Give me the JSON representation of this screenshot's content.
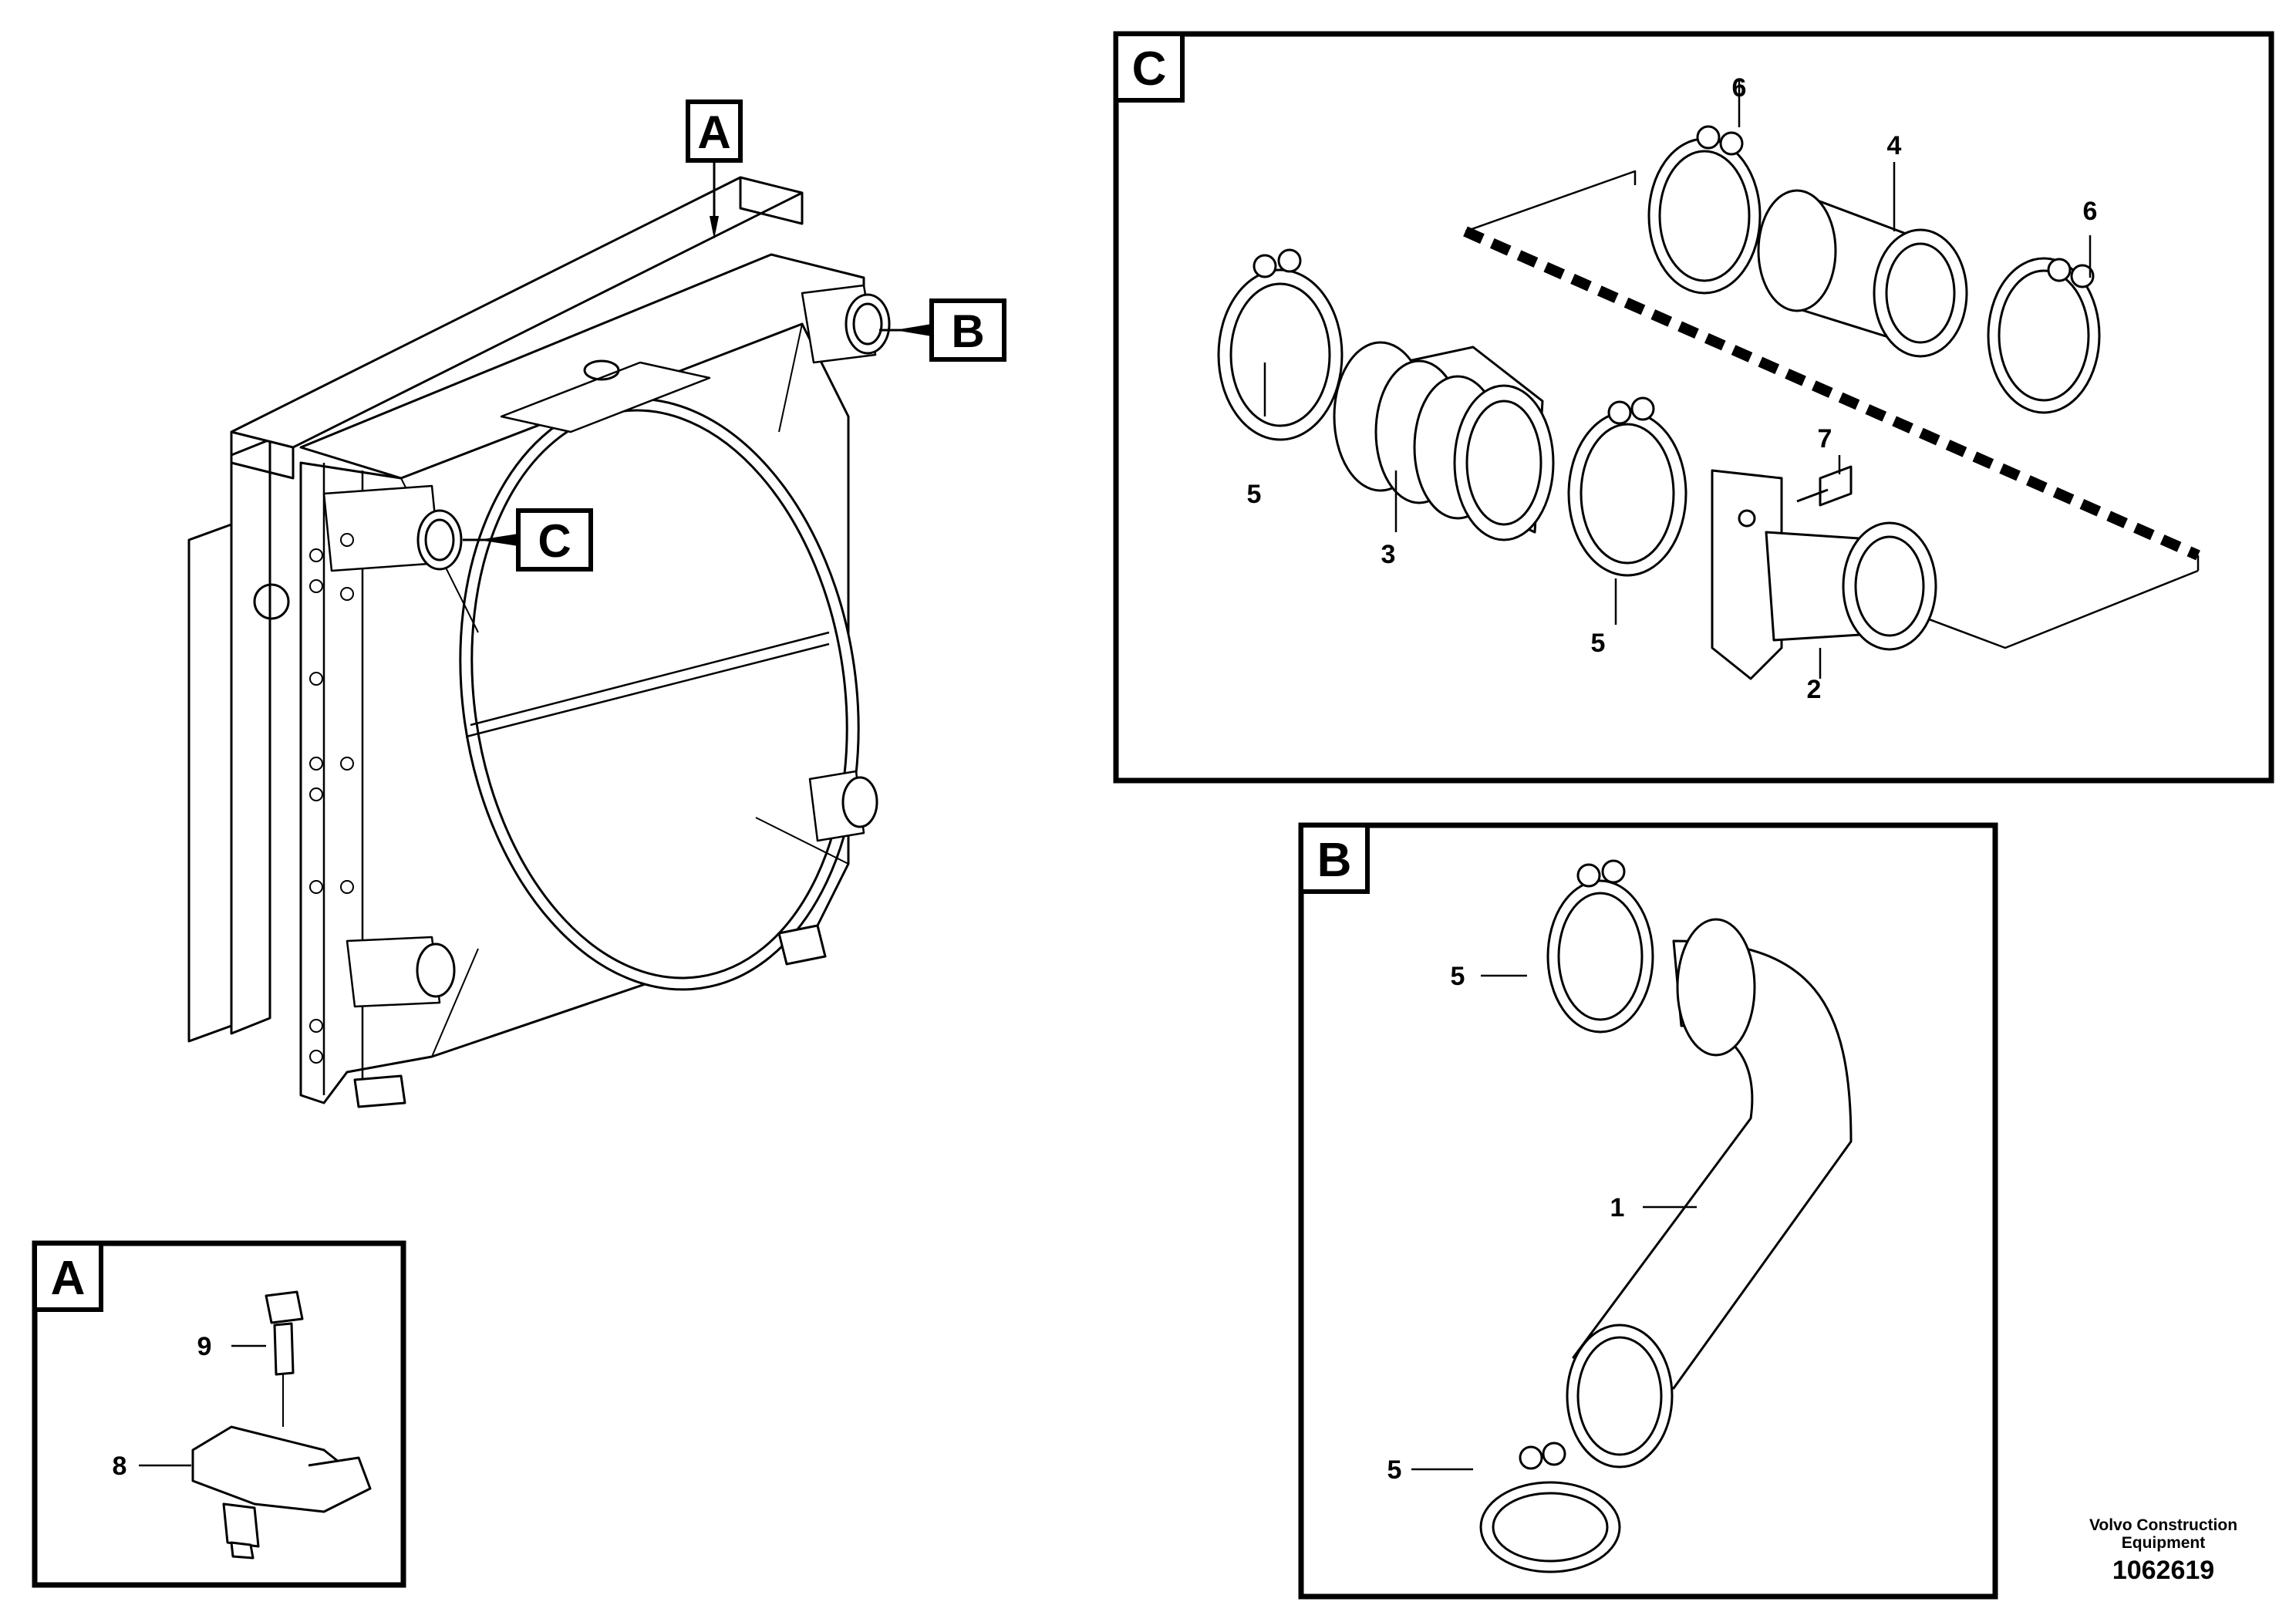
{
  "detail_labels": {
    "a": "A",
    "b": "B",
    "c": "C"
  },
  "part_callouts": {
    "c_clamp_top_left": "6",
    "c_tube": "4",
    "c_clamp_top_right": "6",
    "c_clamp_left": "5",
    "c_hose": "3",
    "c_clamp_mid": "5",
    "c_bolt": "7",
    "c_elbow": "2",
    "b_clamp_top": "5",
    "b_pipe": "1",
    "b_clamp_bottom": "5",
    "a_bolt": "9",
    "a_sensor": "8"
  },
  "footer": {
    "publisher": "Volvo Construction Equipment",
    "doc_number": "1062619"
  }
}
